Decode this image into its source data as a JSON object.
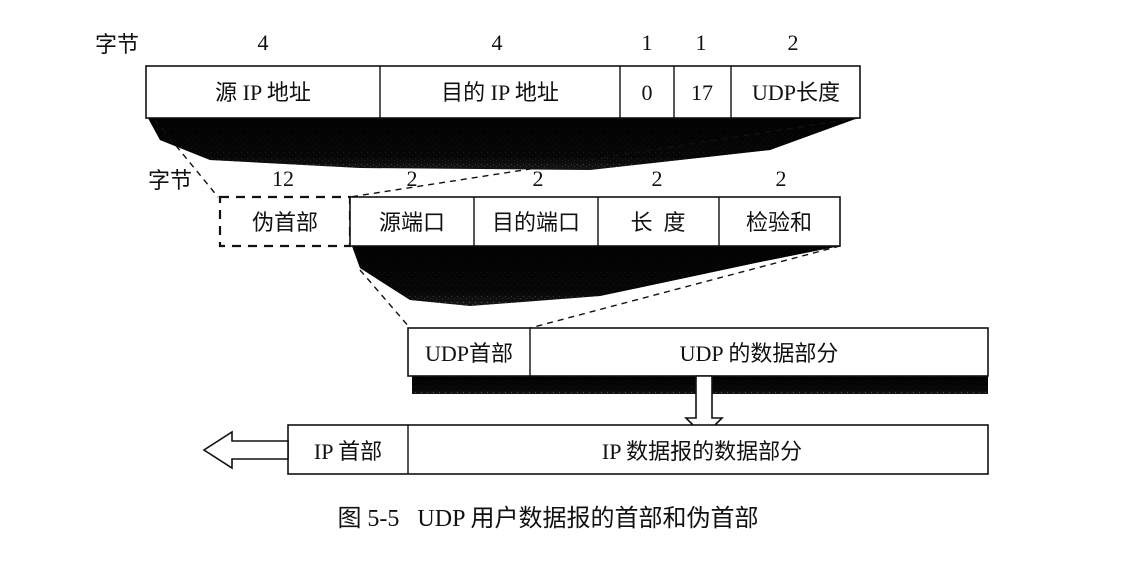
{
  "pseudo_header": {
    "unit_label": "字节",
    "sizes": [
      "4",
      "4",
      "1",
      "1",
      "2"
    ],
    "fields": [
      "源 IP 地址",
      "目的 IP 地址",
      "0",
      "17",
      "UDP长度"
    ]
  },
  "udp_header": {
    "unit_label": "字节",
    "sizes": [
      "12",
      "2",
      "2",
      "2",
      "2"
    ],
    "pseudo_label": "伪首部",
    "fields": [
      "源端口",
      "目的端口",
      "长  度",
      "检验和"
    ]
  },
  "udp_datagram": {
    "header_label": "UDP首部",
    "data_label": "UDP 的数据部分"
  },
  "ip_datagram": {
    "header_label": "IP 首部",
    "data_label": "IP 数据报的数据部分"
  },
  "caption": "图 5-5   UDP 用户数据报的首部和伪首部"
}
